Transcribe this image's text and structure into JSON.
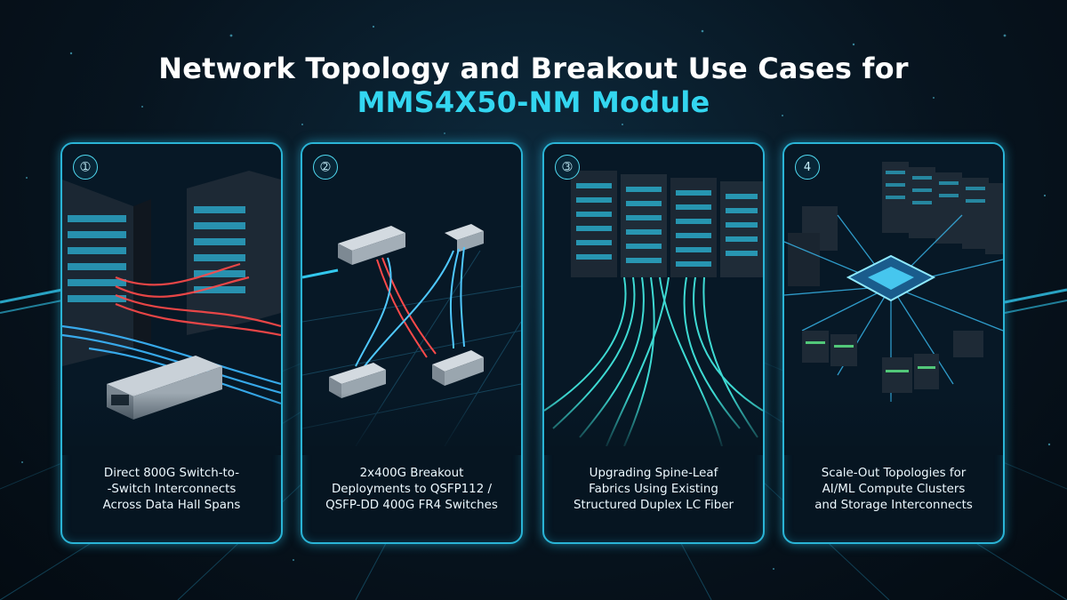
{
  "page": {
    "title_line1": "Network Topology and Breakout Use Cases for",
    "title_line2": "MMS4X50-NM Module",
    "accent_color": "#33d6f0",
    "border_color": "#2ab4d6"
  },
  "cards": [
    {
      "badge": "➀",
      "caption_lines": [
        "Direct 800G Switch-to-",
        "-Switch Interconnects",
        "Across Data Hall Spans"
      ]
    },
    {
      "badge": "➁",
      "caption_lines": [
        "2x400G Breakout",
        "Deployments to QSFP112 /",
        "QSFP-DD 400G FR4 Switches"
      ]
    },
    {
      "badge": "➂",
      "caption_lines": [
        "Upgrading Spine-Leaf",
        "Fabrics Using Existing",
        "Structured Duplex LC Fiber"
      ]
    },
    {
      "badge": "4",
      "caption_lines": [
        "Scale-Out Topologies for",
        "AI/ML Compute Clusters",
        "and Storage Interconnects"
      ]
    }
  ]
}
